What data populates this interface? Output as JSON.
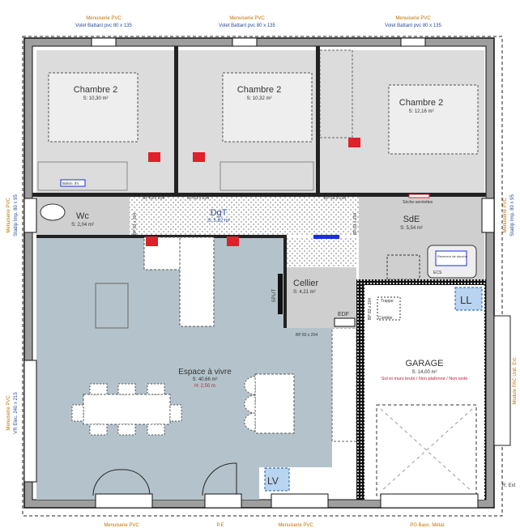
{
  "colors": {
    "wall": "#9e9e9e",
    "bedroom_floor": "#dcdcdc",
    "wet_room_floor": "#cfcfcf",
    "living_floor": "#b4c3cb",
    "garage_floor": "#ffffff",
    "label_orange": "#c07000",
    "label_blue": "#2a4a9a",
    "heater_red": "#e0202a",
    "accent_blue": "#1a2fe0",
    "ll_blue": "#b8d4f0"
  },
  "openings_top": [
    {
      "line1": "Menuiserie PVC",
      "line2": "Volet Battant pvc 80 x 135"
    },
    {
      "line1": "Menuiserie PVC",
      "line2": "Volet Battant pvc 80 x 135"
    },
    {
      "line1": "Menuiserie PVC",
      "line2": "Volet Battant pvc 80 x 135"
    }
  ],
  "openings_bottom": [
    {
      "line1": "Menuiserie PVC"
    },
    {
      "line1": "P.E"
    },
    {
      "line1": "Menuiserie PVC"
    },
    {
      "line1": "PG Basc. Métal."
    }
  ],
  "openings_left": [
    {
      "line1": "Menuiserie PVC",
      "line2": "Stadip Imp. 80 x 95"
    },
    {
      "line1": "Menuiserie PVC",
      "line2": "VR Elec. 240 x 215"
    }
  ],
  "openings_right": [
    {
      "line1": "Menuiserie PVC",
      "line2": "Stadip Imp. 80 x 95"
    },
    {
      "line1": "Module PAC Unit. Ext."
    }
  ],
  "rooms": [
    {
      "name": "Chambre 2",
      "area": "S: 10,30 m²"
    },
    {
      "name": "Chambre 2",
      "area": "S: 10,32 m²"
    },
    {
      "name": "Chambre 2",
      "area": "S: 12,16 m²"
    },
    {
      "name": "Wc",
      "area": "S: 2,04 m²"
    },
    {
      "name": "DgT",
      "area": "S: 5,62 m²"
    },
    {
      "name": "SdE",
      "area": "S: 5,54 m²"
    },
    {
      "name": "Cellier",
      "area": "S: 4,21 m²"
    },
    {
      "name": "Espace à vivre",
      "area": "S: 40,66 m²",
      "height": "H: 2,50 m"
    },
    {
      "name": "GARAGE",
      "area": "S: 14,00 m²",
      "note": "Sol et murs bruts / Non plafonné / Non isolé"
    }
  ],
  "doors": [
    "BP 83 x 204",
    "BP 83 x 204",
    "BP 83 x 204",
    "BP 83 x 204",
    "BP 83 x 204",
    "BP 83 x 204",
    "BP 83 x 204"
  ],
  "fixtures": {
    "ballon": "Ballon. thi.",
    "seche_serviette": "Sèche-serviettes",
    "receveur": "Receveur de douche",
    "ecs": "ECS",
    "split": "SPLIT",
    "edf": "EDF",
    "trappe": "Trappe",
    "comble": "Comble",
    "ll": "LL",
    "lv": "LV",
    "r_ext": "R. Ext"
  }
}
